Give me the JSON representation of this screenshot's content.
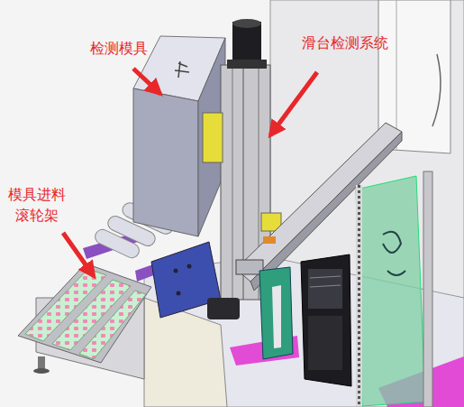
{
  "diagram": {
    "labels": [
      "检测模具",
      "滑台检测系统",
      "模具进料 滚轮架"
    ]
  }
}
